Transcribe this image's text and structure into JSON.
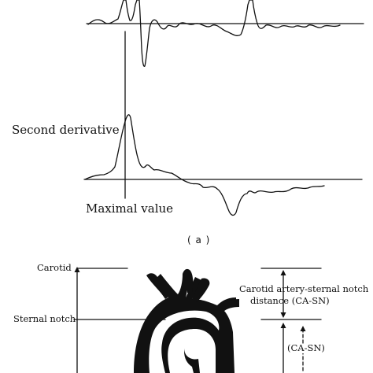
{
  "labels": {
    "second_derivative": "Second derivative",
    "maximal_value": "Maximal value",
    "panel_a": "( a )",
    "carotid": "Carotid",
    "sternal_notch": "Sternal notch",
    "ca_sn_line1": "Carotid artery-sternal notch",
    "ca_sn_line2": "distance (CA-SN)",
    "ca_sn_short": "(CA-SN)"
  }
}
